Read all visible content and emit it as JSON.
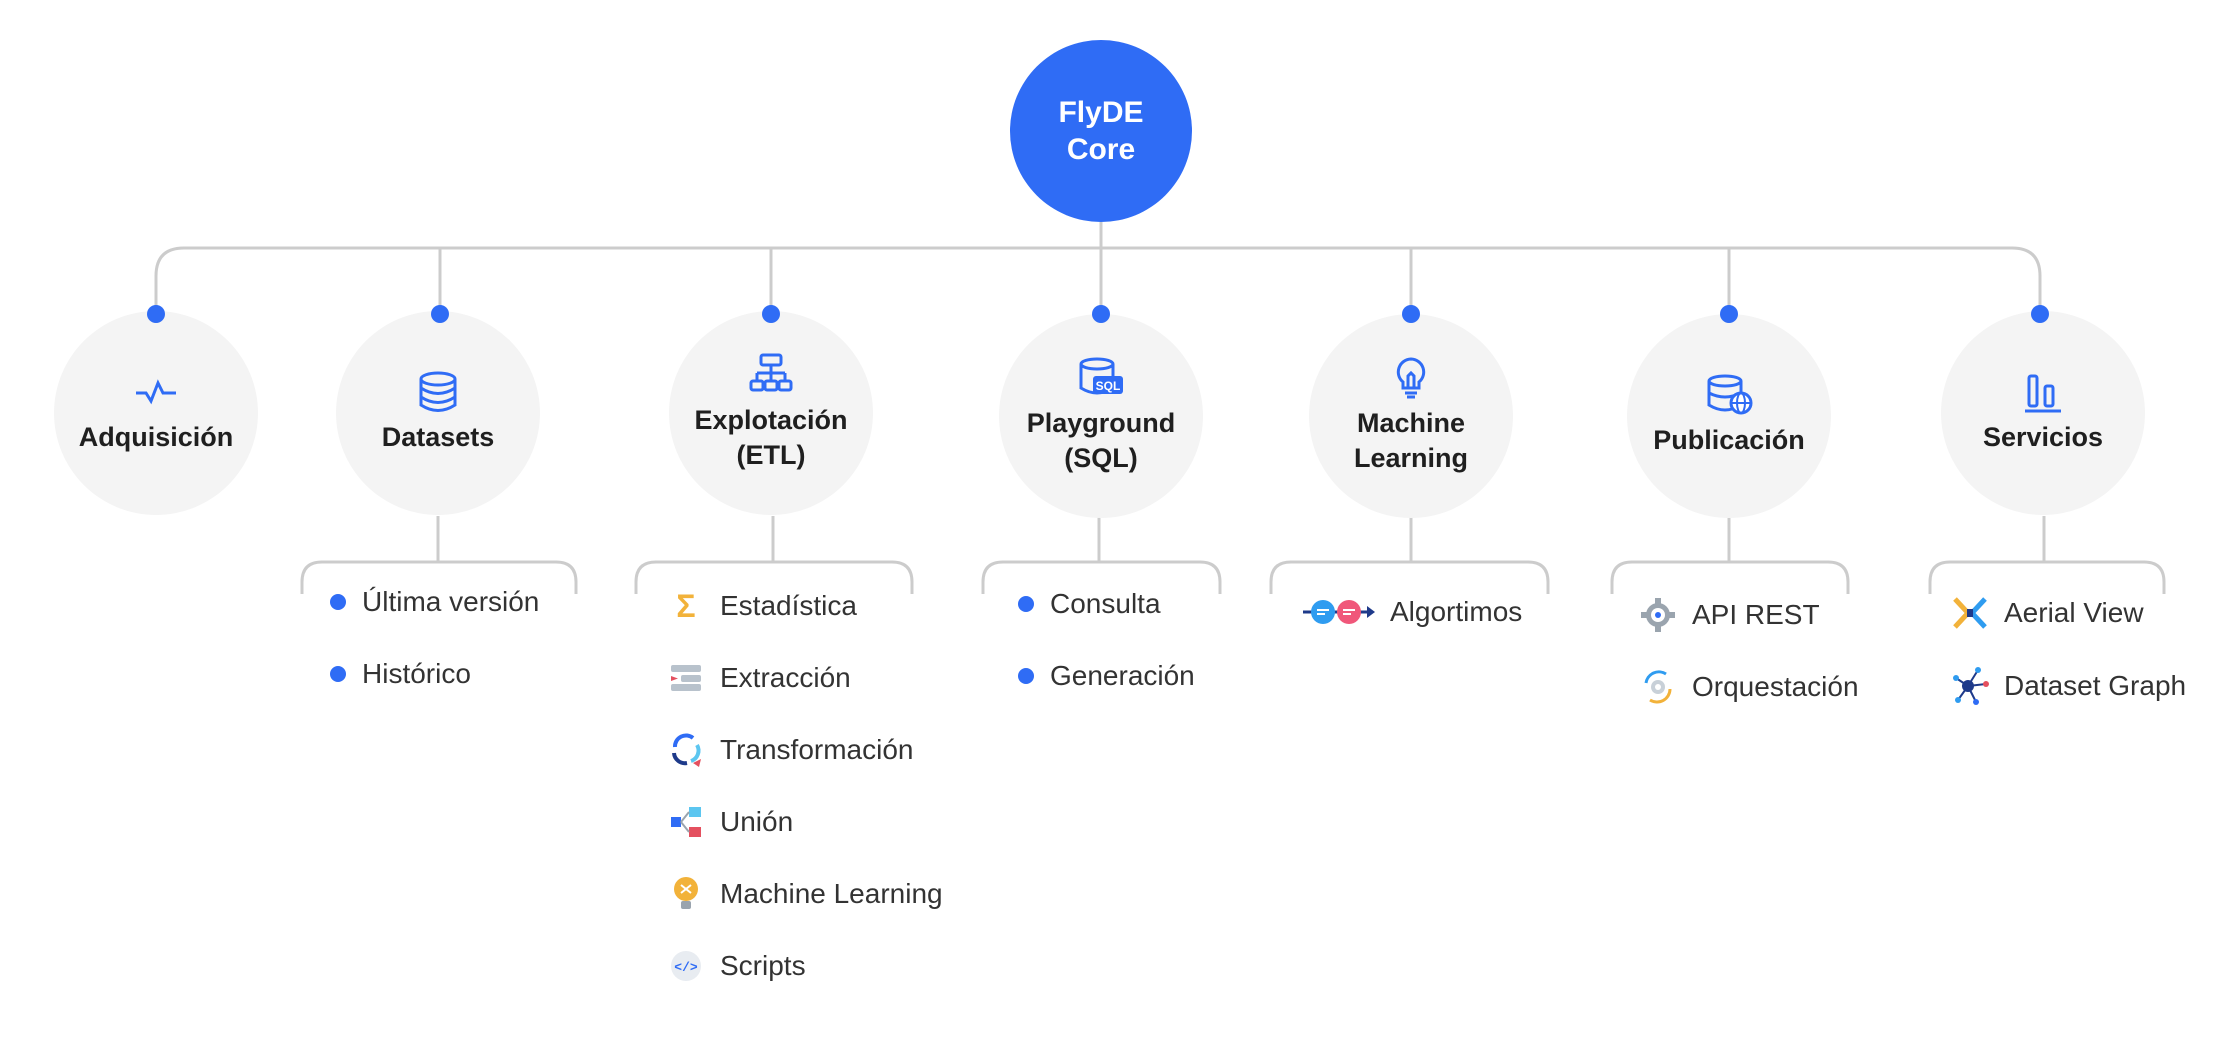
{
  "core": {
    "line1": "FlyDE",
    "line2": "Core"
  },
  "nodes": [
    {
      "label": "Adquisición",
      "icon": "pulse-icon"
    },
    {
      "label": "Datasets",
      "icon": "database-icon"
    },
    {
      "label": "Explotación\n(ETL)",
      "icon": "hierarchy-icon"
    },
    {
      "label": "Playground\n(SQL)",
      "icon": "sql-database-icon"
    },
    {
      "label": "Machine\nLearning",
      "icon": "lightbulb-icon"
    },
    {
      "label": "Publicación",
      "icon": "database-globe-icon"
    },
    {
      "label": "Servicios",
      "icon": "bar-chart-icon"
    }
  ],
  "datasets": {
    "items": [
      "Última versión",
      "Histórico"
    ]
  },
  "explotacion": {
    "items": [
      {
        "label": "Estadística",
        "icon": "sigma-icon"
      },
      {
        "label": "Extracción",
        "icon": "extract-icon"
      },
      {
        "label": "Transformación",
        "icon": "transform-icon"
      },
      {
        "label": "Unión",
        "icon": "union-icon"
      },
      {
        "label": "Machine Learning",
        "icon": "ml-bulb-icon"
      },
      {
        "label": "Scripts",
        "icon": "code-icon"
      }
    ]
  },
  "playground": {
    "items": [
      "Consulta",
      "Generación"
    ]
  },
  "machine_learning": {
    "items": [
      {
        "label": "Algortimos",
        "icon": "pipeline-icon"
      }
    ]
  },
  "publicacion": {
    "items": [
      {
        "label": "API REST",
        "icon": "gear-api-icon"
      },
      {
        "label": "Orquestación",
        "icon": "orchestration-icon"
      }
    ]
  },
  "servicios": {
    "items": [
      {
        "label": "Aerial View",
        "icon": "aerial-view-icon"
      },
      {
        "label": "Dataset Graph",
        "icon": "graph-icon"
      }
    ]
  },
  "colors": {
    "accent": "#2f6cf5",
    "node_bg": "#f4f4f4",
    "line": "#cccccc"
  }
}
